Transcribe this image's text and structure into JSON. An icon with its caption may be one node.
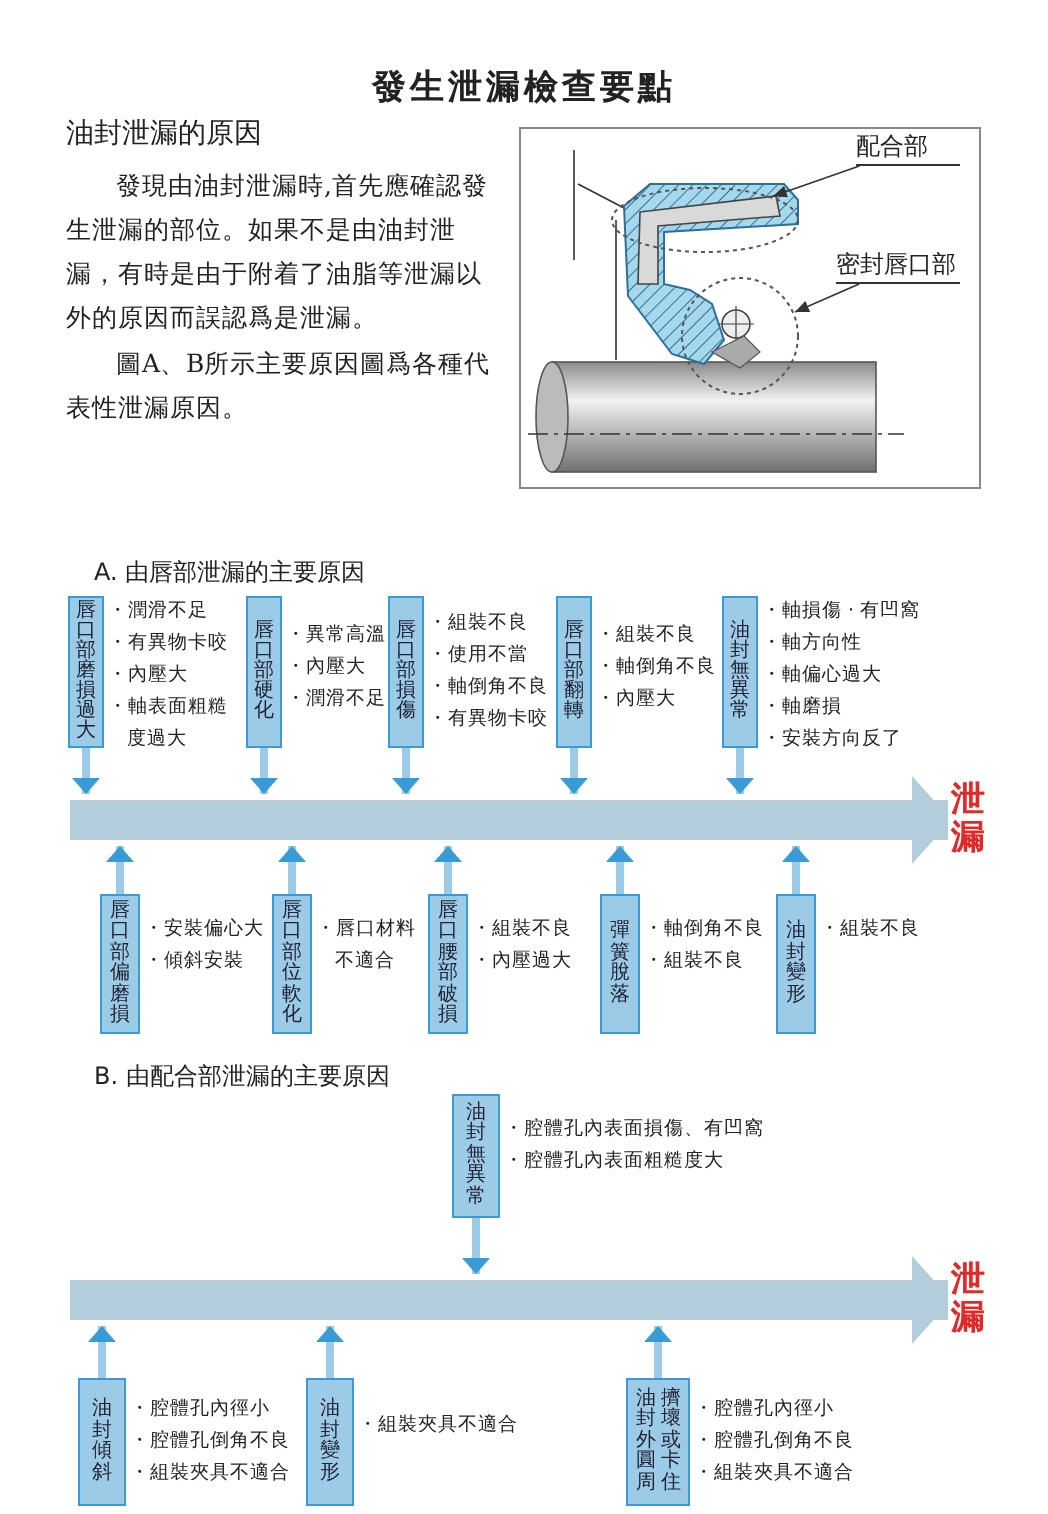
{
  "diagram": {
    "title": "發生泄漏檢查要點",
    "nodes": [
      {
        "text": [
          "配合部"
        ]
      },
      {
        "text": [],
        "shape": "ellipse"
      },
      {
        "text": [
          "密封唇口部"
        ]
      },
      {
        "text": [],
        "shape": "circle"
      },
      {
        "text": [
          "唇口部磨損過大"
        ],
        "beside": [
          "・潤滑不足",
          "・有異物卡咬",
          "・內壓大",
          "・軸表面粗糙度過大"
        ]
      },
      {
        "text": [
          "唇口部硬化"
        ],
        "beside": [
          "・異常高溫",
          "・內壓大",
          "・潤滑不足"
        ]
      },
      {
        "text": [
          "唇口部損傷"
        ],
        "beside": [
          "・組裝不良",
          "・使用不當",
          "・軸倒角不良",
          "・有異物卡咬"
        ]
      },
      {
        "text": [
          "唇口部翻轉"
        ],
        "beside": [
          "・組裝不良",
          "・軸倒角不良",
          "・內壓大"
        ]
      },
      {
        "text": [
          "油封無異常"
        ],
        "beside": [
          "・軸損傷 · 有凹窩",
          "・軸方向性",
          "・軸偏心過大",
          "・軸磨損",
          "・安裝方向反了"
        ]
      },
      {
        "text": [
          "唇口部偏磨損"
        ],
        "beside": [
          "・安裝偏心大",
          "・傾斜安裝"
        ]
      },
      {
        "text": [
          "唇口部位軟化"
        ],
        "beside": [
          "・唇口材料不適合"
        ]
      },
      {
        "text": [
          "唇口腰部破損"
        ],
        "beside": [
          "・組裝不良",
          "・內壓過大"
        ]
      },
      {
        "text": [
          "彈簧脫落"
        ],
        "beside": [
          "・軸倒角不良",
          "・組裝不良"
        ]
      },
      {
        "text": [
          "油封變形"
        ],
        "beside": [
          "・組裝不良"
        ]
      },
      {
        "text": [
          "泄漏"
        ]
      },
      {
        "text": [
          "油封無異常"
        ],
        "beside": [
          "・腔體孔內表面損傷、有凹窩",
          "・腔體孔內表面粗糙度大"
        ]
      },
      {
        "text": [
          "油封傾斜"
        ],
        "beside": [
          "・腔體孔內徑小",
          "・腔體孔倒角不良",
          "・組裝夾具不適合"
        ]
      },
      {
        "text": [
          "油封變形"
        ],
        "beside": [
          "・組裝夾具不適合"
        ]
      },
      {
        "text": [
          "油封外圓周",
          "擠壞或卡住"
        ],
        "beside": [
          "・腔體孔內徑小",
          "・腔體孔倒角不良",
          "・組裝夾具不適合"
        ]
      },
      {
        "text": [
          "泄漏"
        ]
      }
    ],
    "edges": [
      {
        "from": 0,
        "to": 1,
        "arrow": "to",
        "color": "#333333"
      },
      {
        "from": 2,
        "to": 3,
        "arrow": "to",
        "color": "#333333"
      },
      {
        "from": 4,
        "to": null,
        "arrow": "to"
      },
      {
        "from": 5,
        "to": null,
        "arrow": "to"
      },
      {
        "from": 6,
        "to": null,
        "arrow": "to"
      },
      {
        "from": 7,
        "to": null,
        "arrow": "to"
      },
      {
        "from": 8,
        "to": null,
        "arrow": "to"
      },
      {
        "from": 9,
        "to": null,
        "arrow": "to"
      },
      {
        "from": 10,
        "to": null,
        "arrow": "to"
      },
      {
        "from": 11,
        "to": null,
        "arrow": "to"
      },
      {
        "from": 12,
        "to": null,
        "arrow": "to"
      },
      {
        "from": 13,
        "to": null,
        "arrow": "to"
      },
      {
        "from": null,
        "to": 14,
        "arrow": "to",
        "style": "thick",
        "color": "#b4cddd"
      },
      {
        "from": 15,
        "to": null,
        "arrow": "to"
      },
      {
        "from": 16,
        "to": null,
        "arrow": "to"
      },
      {
        "from": 17,
        "to": null,
        "arrow": "to"
      },
      {
        "from": 18,
        "to": null,
        "arrow": "to"
      },
      {
        "from": null,
        "to": 19,
        "arrow": "to",
        "style": "thick",
        "color": "#b4cddd"
      }
    ],
    "labels": [
      "油封泄漏的原因",
      "發現由油封泄漏時,首先應確認發生泄漏的部位。如果不是由油封泄漏，有時是由于附着了油脂等泄漏以外的原因而誤認爲是泄漏。",
      "圖A、B所示主要原因圖爲各種代表性泄漏原因。",
      "A. 由唇部泄漏的主要原因",
      "B. 由配合部泄漏的主要原因"
    ]
  }
}
